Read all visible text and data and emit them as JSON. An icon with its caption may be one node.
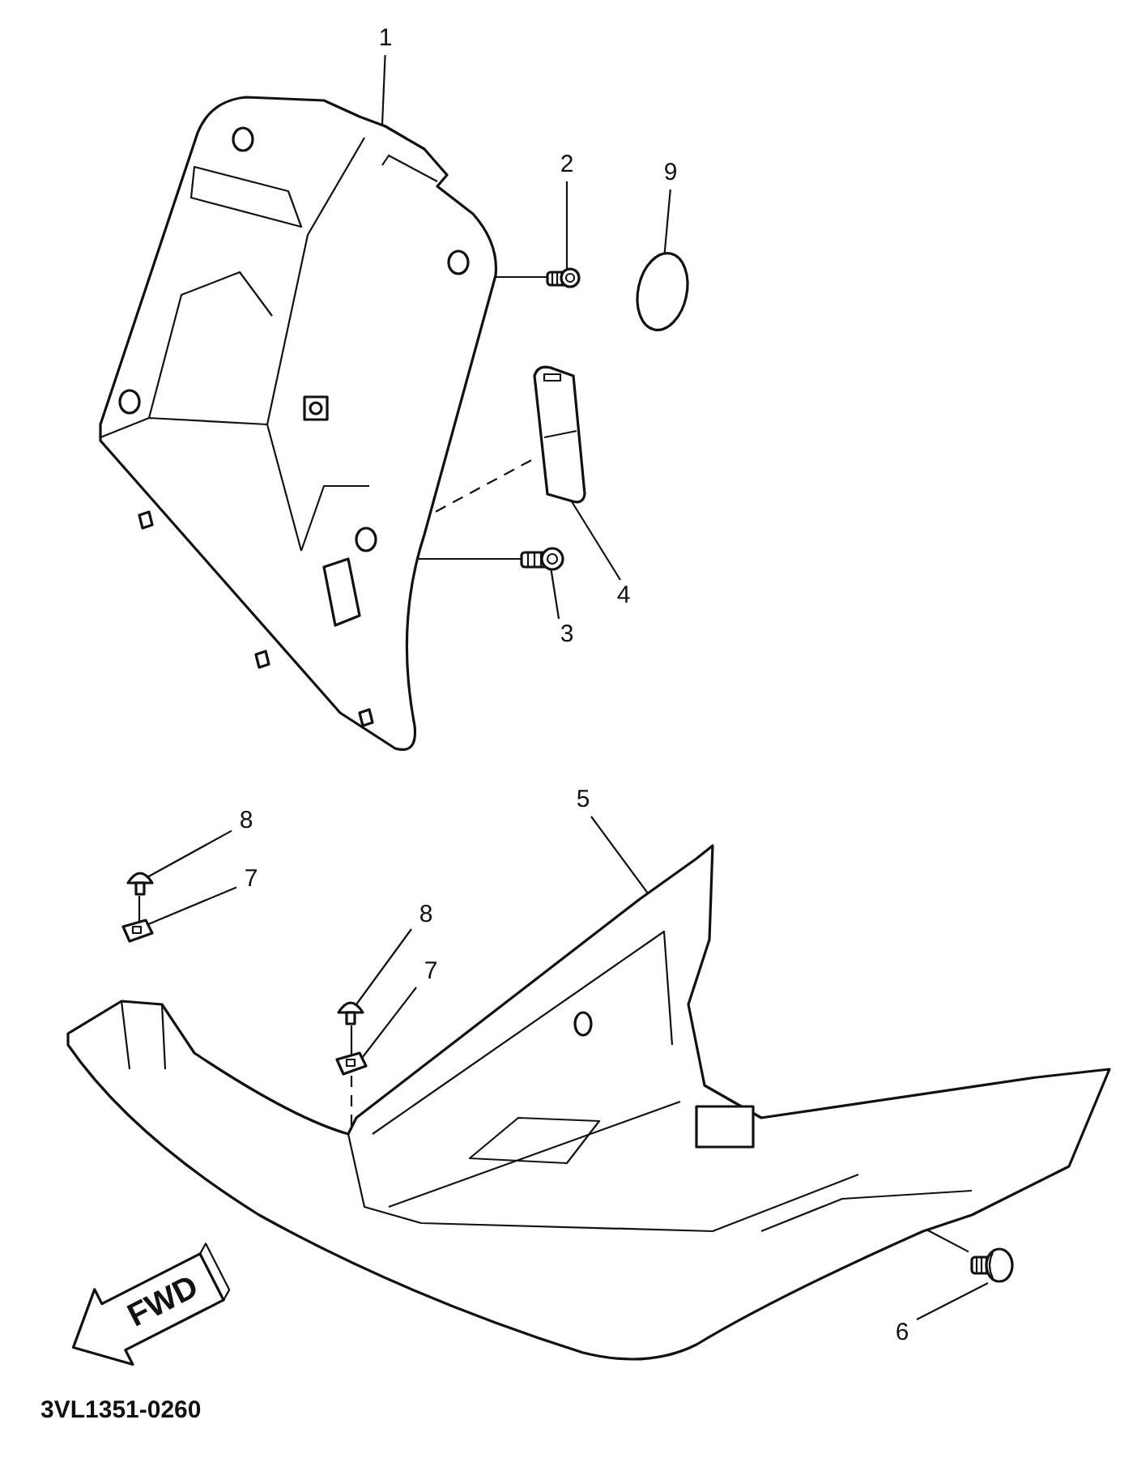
{
  "diagram": {
    "nodes": [
      {
        "text": [
          "1"
        ]
      },
      {
        "text": [],
        "shape": "picture"
      },
      {
        "text": [
          "2"
        ]
      },
      {
        "text": [],
        "shape": "picture"
      },
      {
        "text": [
          "9"
        ]
      },
      {
        "text": [],
        "shape": "circle"
      },
      {
        "text": [
          "4"
        ]
      },
      {
        "text": [],
        "shape": "picture"
      },
      {
        "text": [
          "3"
        ]
      },
      {
        "text": [],
        "shape": "picture"
      },
      {
        "text": [
          "5"
        ]
      },
      {
        "text": [],
        "shape": "picture"
      },
      {
        "text": [
          "8"
        ]
      },
      {
        "text": [],
        "shape": "picture"
      },
      {
        "text": [
          "7"
        ]
      },
      {
        "text": [],
        "shape": "picture"
      },
      {
        "text": [
          "8"
        ]
      },
      {
        "text": [],
        "shape": "picture"
      },
      {
        "text": [
          "7"
        ]
      },
      {
        "text": [],
        "shape": "picture"
      },
      {
        "text": [
          "6"
        ]
      },
      {
        "text": [],
        "shape": "picture"
      }
    ],
    "edges": [
      {
        "from": 0,
        "to": 1,
        "arrow": "none"
      },
      {
        "from": 2,
        "to": 3,
        "arrow": "none"
      },
      {
        "from": 3,
        "to": 1,
        "arrow": "none"
      },
      {
        "from": 4,
        "to": 5,
        "arrow": "none"
      },
      {
        "from": 6,
        "to": 7,
        "arrow": "none"
      },
      {
        "from": 7,
        "to": 1,
        "arrow": "none",
        "style": "dashed"
      },
      {
        "from": 8,
        "to": 9,
        "arrow": "none"
      },
      {
        "from": 9,
        "to": 1,
        "arrow": "none"
      },
      {
        "from": 10,
        "to": 11,
        "arrow": "none"
      },
      {
        "from": 12,
        "to": 13,
        "arrow": "none"
      },
      {
        "from": 14,
        "to": 15,
        "arrow": "none"
      },
      {
        "from": 13,
        "to": 15,
        "arrow": "none"
      },
      {
        "from": 16,
        "to": 17,
        "arrow": "none"
      },
      {
        "from": 18,
        "to": 19,
        "arrow": "none"
      },
      {
        "from": 17,
        "to": 19,
        "arrow": "none"
      },
      {
        "from": 19,
        "to": 11,
        "arrow": "none",
        "style": "dashed"
      },
      {
        "from": 20,
        "to": 21,
        "arrow": "none"
      },
      {
        "from": 21,
        "to": 11,
        "arrow": "none"
      }
    ],
    "labels": [
      "FWD",
      "3VL1351-0260"
    ]
  }
}
